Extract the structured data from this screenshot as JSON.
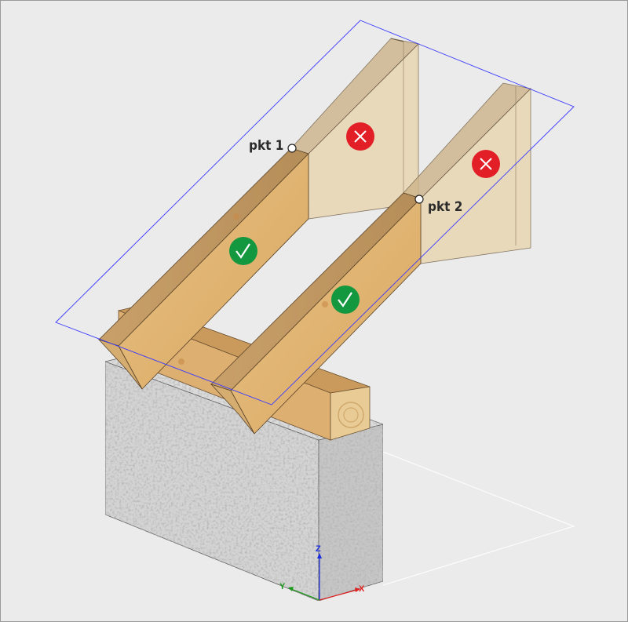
{
  "viewport": {
    "title": "3D model view"
  },
  "points": [
    {
      "label": "pkt 1"
    },
    {
      "label": "pkt 2"
    }
  ],
  "status_markers": [
    {
      "rafter": 1,
      "segment": "lower",
      "status": "ok",
      "icon": "check-icon",
      "color": "#13973f"
    },
    {
      "rafter": 1,
      "segment": "upper",
      "status": "error",
      "icon": "cross-icon",
      "color": "#e21f26"
    },
    {
      "rafter": 2,
      "segment": "lower",
      "status": "ok",
      "icon": "check-icon",
      "color": "#13973f"
    },
    {
      "rafter": 2,
      "segment": "upper",
      "status": "error",
      "icon": "cross-icon",
      "color": "#e21f26"
    }
  ],
  "axes": {
    "x": "X",
    "y": "Y",
    "z": "Z",
    "x_color": "#e02020",
    "y_color": "#1a9a1a",
    "z_color": "#1a2ee0"
  },
  "colors": {
    "bounding_box": "#3a3aff",
    "wood": "#e2b878",
    "concrete": "#cfcfcf"
  }
}
